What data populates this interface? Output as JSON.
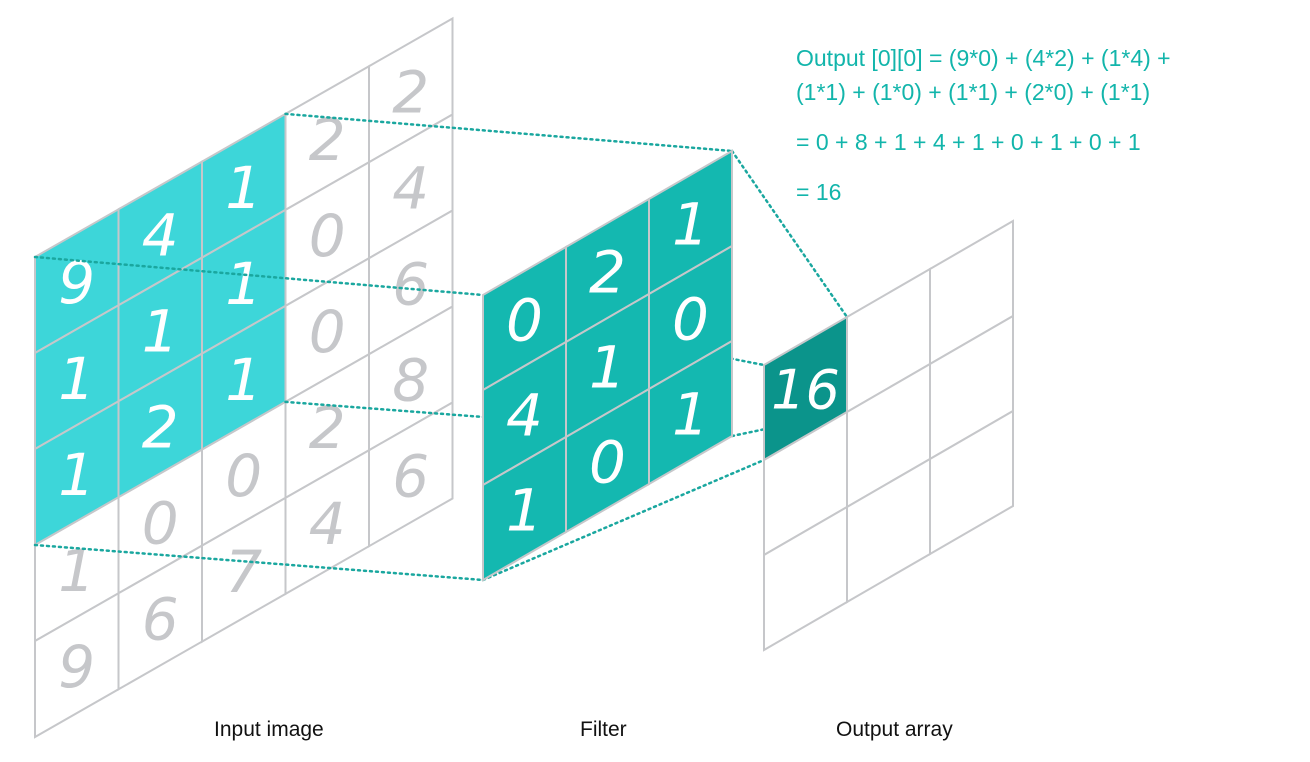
{
  "input_image": {
    "caption": "Input image",
    "values": [
      [
        "9",
        "4",
        "1",
        "2",
        "2"
      ],
      [
        "1",
        "1",
        "1",
        "0",
        "4"
      ],
      [
        "1",
        "2",
        "1",
        "0",
        "6"
      ],
      [
        "1",
        "0",
        "0",
        "2",
        "8"
      ],
      [
        "9",
        "6",
        "7",
        "4",
        "6"
      ]
    ]
  },
  "filter": {
    "caption": "Filter",
    "values": [
      [
        "0",
        "2",
        "1"
      ],
      [
        "4",
        "1",
        "0"
      ],
      [
        "1",
        "0",
        "1"
      ]
    ]
  },
  "output_array": {
    "caption": "Output array",
    "value": "16"
  },
  "formula": {
    "line1": "Output [0][0] = (9*0) + (4*2) + (1*4) +",
    "line2": "(1*1) + (1*0) + (1*1) + (2*0) + (1*1)",
    "line3": "= 0 + 8 + 1 + 4 + 1 + 0 + 1 + 0 + 1",
    "line4": "= 16"
  },
  "colors": {
    "input_highlight": "#3dd6d9",
    "filter_fill": "#14b8b0",
    "output_fill": "#0b948b",
    "grid_line": "#c6c7ca",
    "dim_digit": "#c6c7ca",
    "connector": "#1aa79f",
    "formula_text": "#12b5ab"
  }
}
